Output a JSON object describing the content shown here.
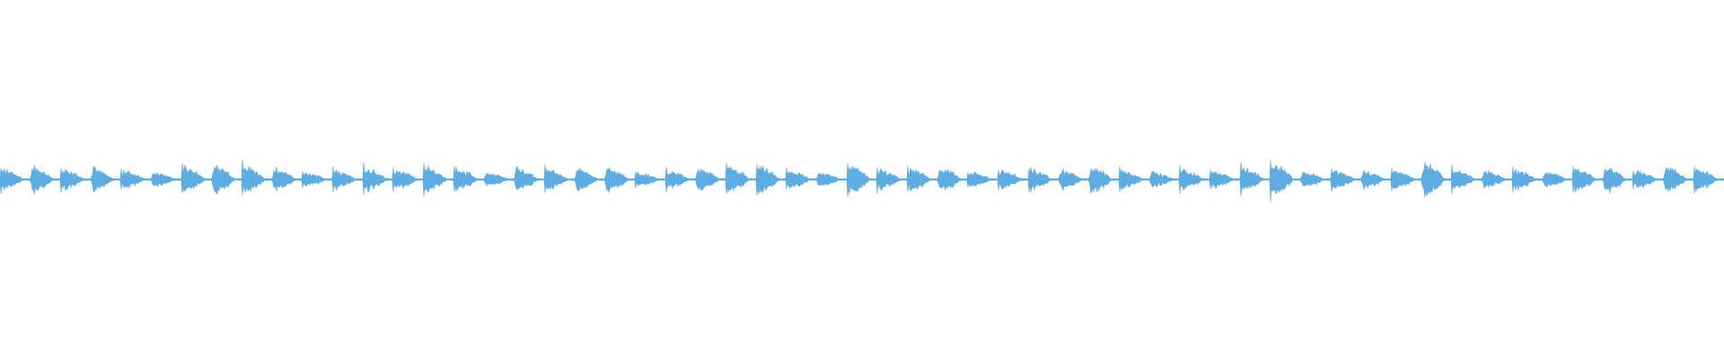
{
  "waveform": {
    "color": "#5dade2",
    "background": "#ffffff",
    "amplitude_profile": {
      "baseline_level": 0.04,
      "burst_peak_level": 0.55,
      "burst_count": 57,
      "emphasized_burst_indices": [
        7,
        8,
        15,
        24,
        28,
        42,
        47,
        55,
        56
      ]
    }
  }
}
